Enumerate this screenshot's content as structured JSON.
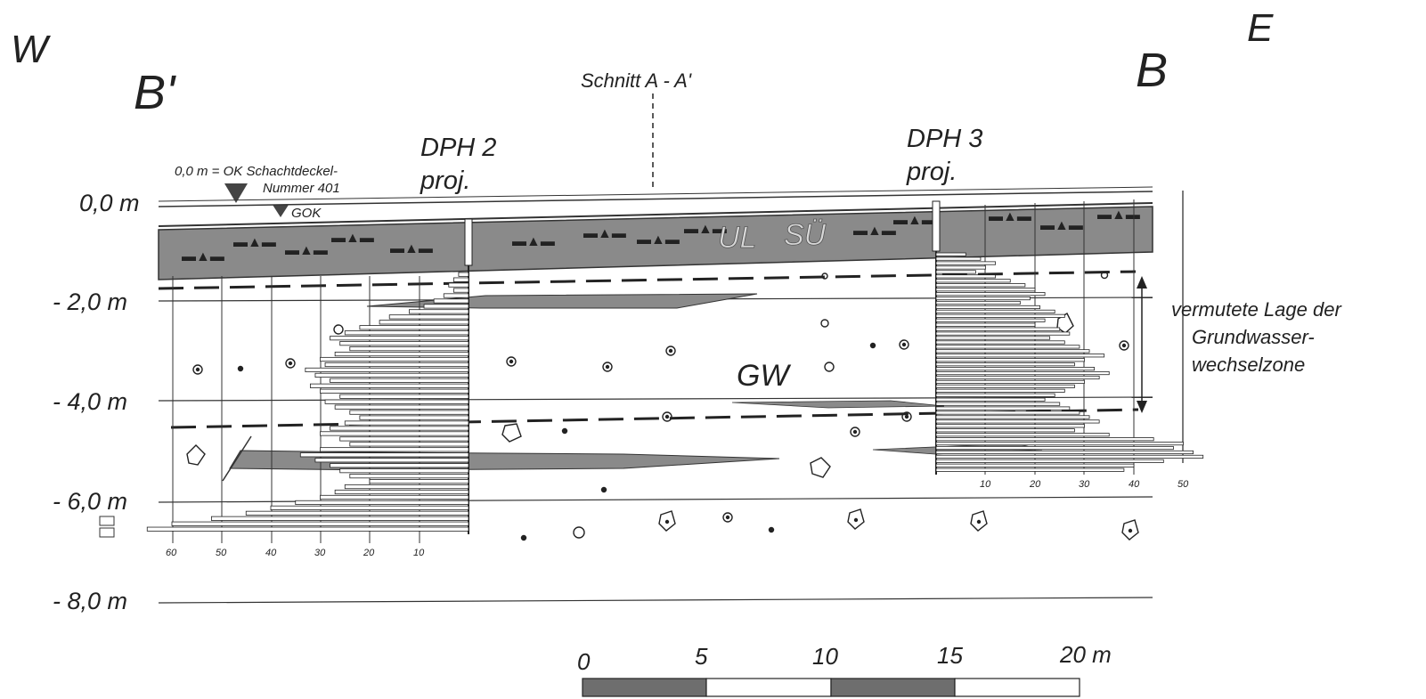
{
  "direction": {
    "west": "W",
    "east": "E"
  },
  "section": {
    "left_label": "B'",
    "right_label": "B",
    "cross_section_label": "Schnitt A - A'"
  },
  "datum": {
    "line1": "0,0 m = OK Schachtdeckel-",
    "line2": "Nummer 401",
    "gok": "GOK"
  },
  "probes": [
    {
      "name": "DPH 2",
      "sub": "proj."
    },
    {
      "name": "DPH 3",
      "sub": "proj."
    }
  ],
  "depth_labels": [
    "0,0 m",
    "- 2,0 m",
    "- 4,0 m",
    "- 6,0 m",
    "- 8,0 m"
  ],
  "layer_labels": {
    "ul": "UL",
    "su": "SÜ",
    "gw": "GW"
  },
  "annotation": {
    "line1": "vermutete Lage der",
    "line2": "Grundwasser-",
    "line3": "wechselzone"
  },
  "dph2_scale": [
    "60",
    "50",
    "40",
    "30",
    "20",
    "10"
  ],
  "dph3_scale": [
    "10",
    "20",
    "30",
    "40",
    "50"
  ],
  "dph2_blows": [
    2,
    3,
    4,
    3,
    5,
    7,
    9,
    12,
    16,
    18,
    22,
    25,
    28,
    26,
    24,
    27,
    30,
    29,
    33,
    31,
    28,
    32,
    30,
    26,
    29,
    27,
    24,
    22,
    25,
    28,
    30,
    26,
    24,
    30,
    34,
    31,
    28,
    26,
    24,
    20,
    25,
    27,
    30,
    35,
    40,
    45,
    52,
    60,
    65
  ],
  "dph3_blows": [
    6,
    9,
    12,
    10,
    8,
    12,
    15,
    18,
    20,
    22,
    19,
    17,
    21,
    24,
    26,
    22,
    20,
    25,
    27,
    23,
    26,
    29,
    31,
    34,
    30,
    28,
    32,
    35,
    33,
    30,
    28,
    26,
    24,
    22,
    25,
    27,
    29,
    31,
    33,
    30,
    28,
    35,
    44,
    50,
    48,
    52,
    54,
    46,
    40,
    38
  ],
  "scale_bar": {
    "ticks": [
      "0",
      "5",
      "10",
      "15",
      "20 m"
    ]
  },
  "colors": {
    "ink": "#2a2a2a",
    "fill_layer": "#8a8a8a",
    "scale_dark": "#6e6e6e"
  }
}
